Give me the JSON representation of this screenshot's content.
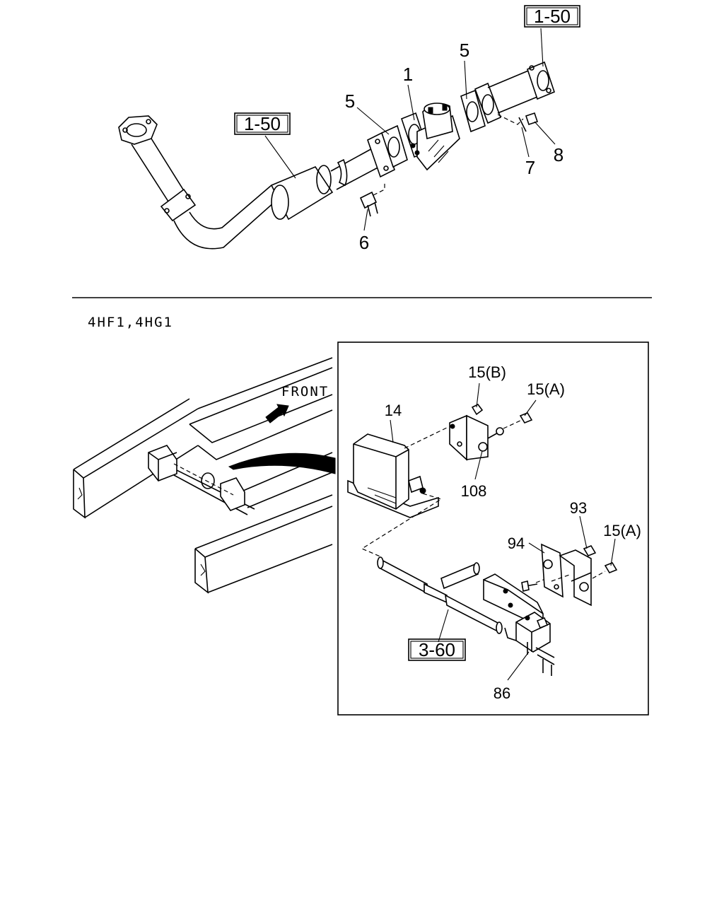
{
  "refs": {
    "ref_top_right": "1-50",
    "ref_pipe": "1-50",
    "ref_bottom": "3-60"
  },
  "callouts": {
    "c1": "1",
    "c5a": "5",
    "c5b": "5",
    "c6": "6",
    "c7": "7",
    "c8": "8",
    "c14": "14",
    "c15b": "15(B)",
    "c15a_top": "15(A)",
    "c15a_bottom": "15(A)",
    "c108": "108",
    "c93": "93",
    "c94": "94",
    "c86": "86"
  },
  "section_label": "4HF1,4HG1",
  "front_label": "FRONT"
}
